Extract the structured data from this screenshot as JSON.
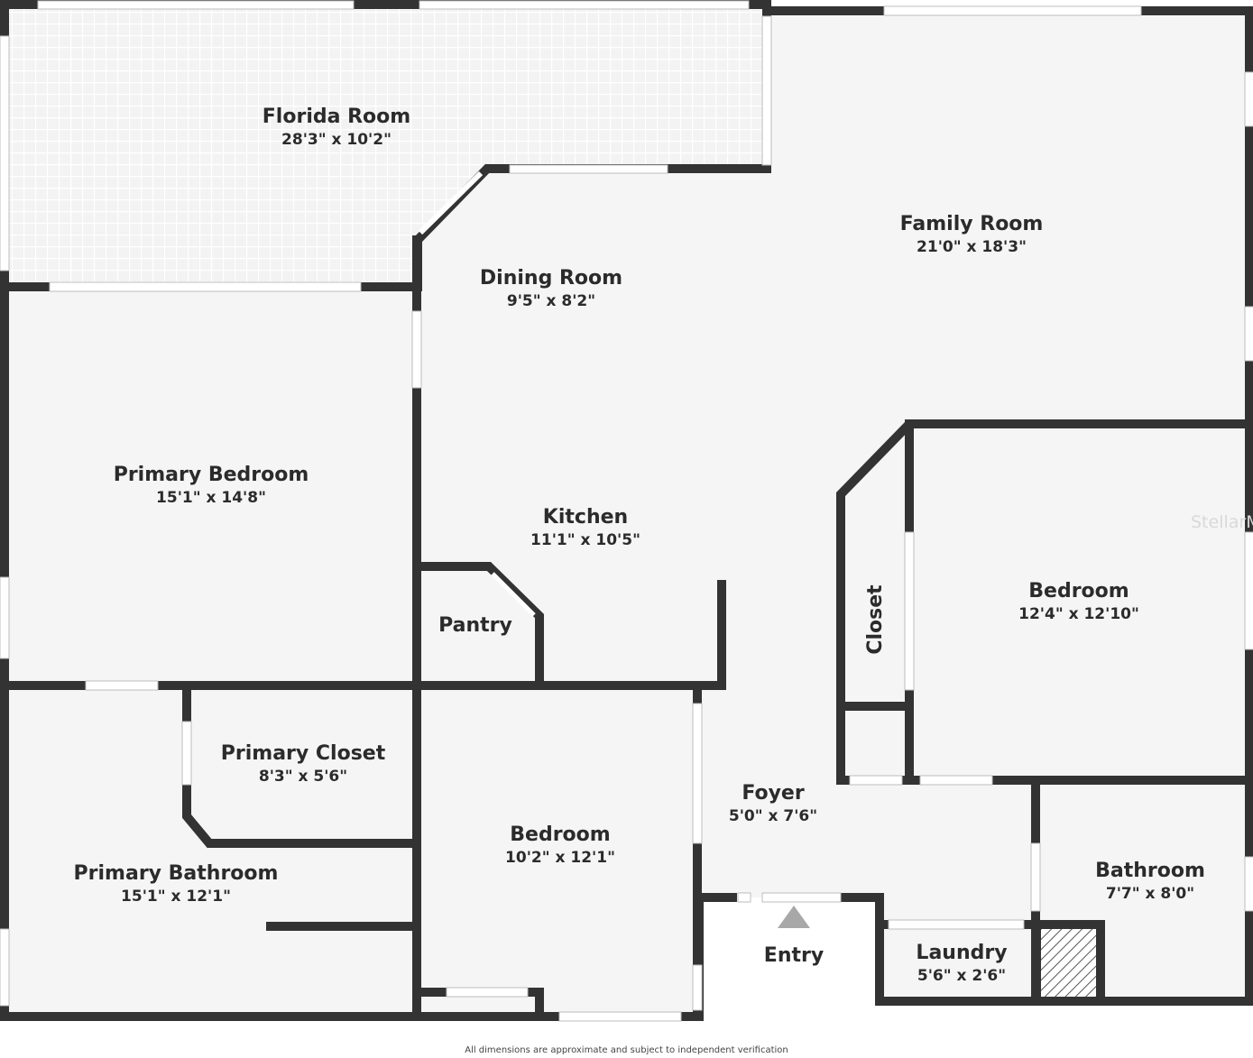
{
  "colors": {
    "wall": "#333333",
    "floor": "#f5f5f5",
    "window": "#ffffff",
    "tile_line": "#ffffff",
    "entry_arrow": "#a8a8a8"
  },
  "rooms": {
    "florida_room": {
      "name": "Florida Room",
      "dims": "28'3\" x 10'2\""
    },
    "family_room": {
      "name": "Family Room",
      "dims": "21'0\" x 18'3\""
    },
    "dining_room": {
      "name": "Dining Room",
      "dims": "9'5\" x 8'2\""
    },
    "primary_bedroom": {
      "name": "Primary Bedroom",
      "dims": "15'1\" x 14'8\""
    },
    "kitchen": {
      "name": "Kitchen",
      "dims": "11'1\" x 10'5\""
    },
    "pantry": {
      "name": "Pantry"
    },
    "closet": {
      "name": "Closet"
    },
    "bedroom_east": {
      "name": "Bedroom",
      "dims": "12'4\" x 12'10\""
    },
    "primary_closet": {
      "name": "Primary Closet",
      "dims": "8'3\" x 5'6\""
    },
    "foyer": {
      "name": "Foyer",
      "dims": "5'0\" x 7'6\""
    },
    "bedroom_south": {
      "name": "Bedroom",
      "dims": "10'2\" x 12'1\""
    },
    "bathroom": {
      "name": "Bathroom",
      "dims": "7'7\" x 8'0\""
    },
    "primary_bathroom": {
      "name": "Primary Bathroom",
      "dims": "15'1\" x 12'1\""
    },
    "entry": {
      "name": "Entry"
    },
    "laundry": {
      "name": "Laundry",
      "dims": "5'6\" x 2'6\""
    }
  },
  "watermark": "StellarMLS",
  "footnote": "All dimensions are approximate and subject to independent verification"
}
